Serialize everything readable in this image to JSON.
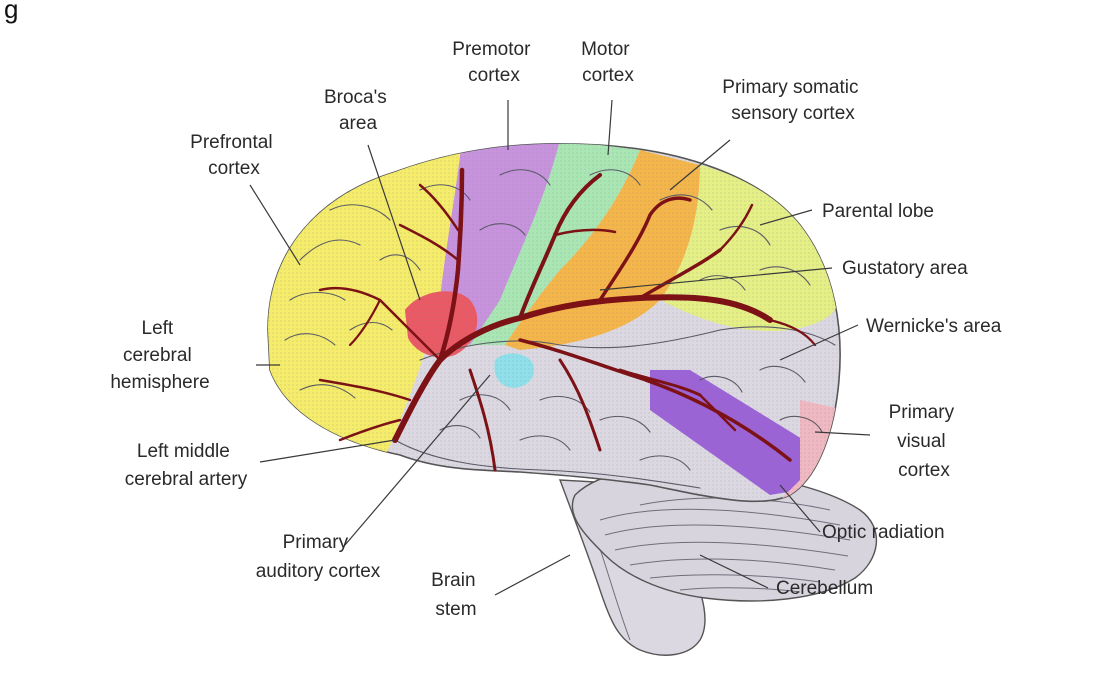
{
  "header_mark": "g",
  "labels": {
    "premotor_cortex": [
      "Premotor",
      "cortex"
    ],
    "motor_cortex": [
      "Motor",
      "cortex"
    ],
    "brocas_area": [
      "Broca's",
      "area"
    ],
    "primary_somatic_sensory_cortex": [
      "Primary somatic",
      "sensory cortex"
    ],
    "prefrontal_cortex": [
      "Prefrontal",
      "cortex"
    ],
    "parental_lobe": [
      "Parental lobe"
    ],
    "gustatory_area": [
      "Gustatory area"
    ],
    "wernickes_area": [
      "Wernicke's area"
    ],
    "left_cerebral_hemisphere": [
      "Left",
      "cerebral",
      "hemisphere"
    ],
    "primary_visual_cortex": [
      "Primary",
      "visual",
      "cortex"
    ],
    "left_middle_cerebral_artery": [
      "Left middle",
      "cerebral artery"
    ],
    "optic_radiation": [
      "Optic radiation"
    ],
    "primary_auditory_cortex": [
      "Primary",
      "auditory cortex"
    ],
    "brain_stem": [
      "Brain",
      "stem"
    ],
    "cerebellum": [
      "Cerebellum"
    ]
  },
  "colors": {
    "prefrontal": "#f4ec6a",
    "brocas": "#ea5a64",
    "premotor": "#c793dd",
    "motor": "#a9e6b4",
    "somatic_sensory": "#f4b64a",
    "parietal": "#e4ef86",
    "auditory": "#8fe0ea",
    "visual_radiation": "#9b63d6",
    "visual_cortex": "#f0b8c0",
    "tissue": "#dcd8e2",
    "artery": "#7c1216"
  }
}
